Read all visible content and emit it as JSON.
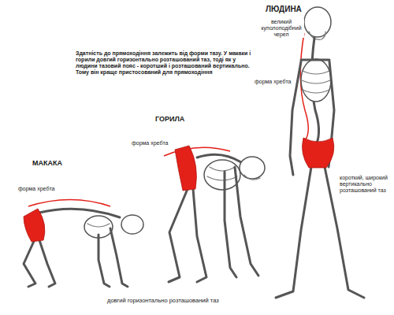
{
  "diagram": {
    "labels": [
      "ЛЮДИНА",
      "великий куполоподібний череп",
      "Здатність до прямоходіння залежить від форми тазу. У макаки і горили довгий горизонтально розташований таз, тоді як у людини тазовий пояс - коротший і розташований вертикально. Тому він краще пристосований для прямоходіння",
      "форма хребта",
      "ГОРИЛА",
      "форма хребта",
      "МАКАКА",
      "форма хребта",
      "короткий, широкий вертикально розташований таз",
      "довгий горизонтально розташований таз"
    ]
  }
}
